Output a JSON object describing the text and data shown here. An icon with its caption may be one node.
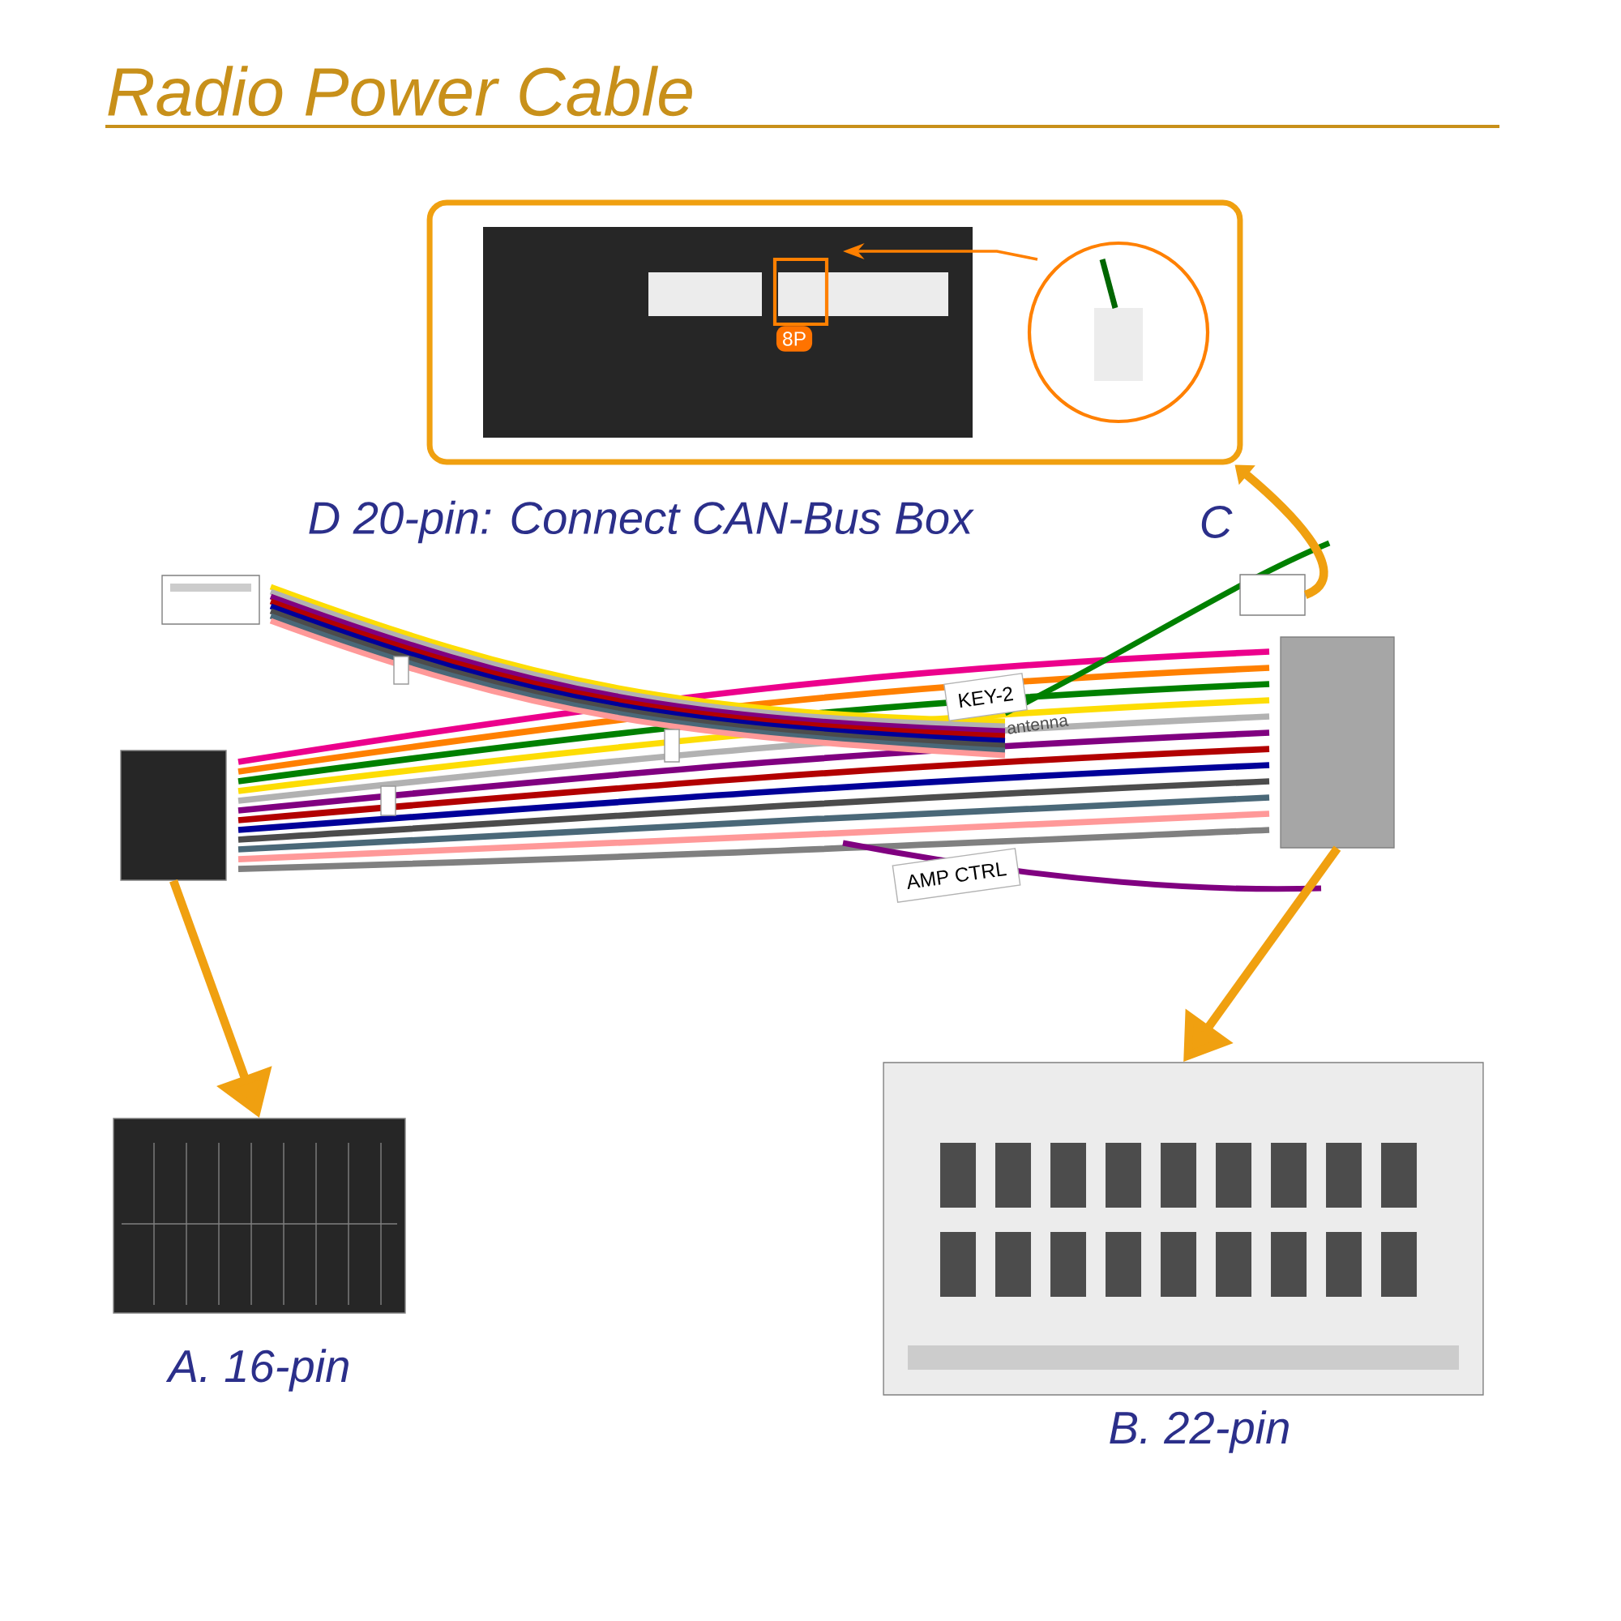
{
  "diagram": {
    "title": "Radio Power Cable",
    "nodes": [
      {
        "text": [],
        "shape": "box"
      },
      {
        "text": [],
        "shape": "picture",
        "beside": [
          "A. 16-pin"
        ]
      },
      {
        "text": [],
        "shape": "box"
      },
      {
        "text": [],
        "shape": "picture",
        "beside": [
          "B. 22-pin"
        ]
      },
      {
        "text": [],
        "shape": "box",
        "beside": [
          "C"
        ]
      },
      {
        "text": [],
        "shape": "picture"
      },
      {
        "text": [],
        "shape": "box",
        "beside": [
          "D 20-pin: Connect CAN-Bus Box"
        ]
      }
    ],
    "edges": [
      {
        "from": 0,
        "to": 1,
        "arrow": "to"
      },
      {
        "from": 2,
        "to": 3,
        "arrow": "to"
      },
      {
        "from": 4,
        "to": 5,
        "arrow": "to"
      }
    ],
    "labels": [
      "8P",
      "KEY-2",
      "antenna",
      "AMP CTRL"
    ]
  }
}
